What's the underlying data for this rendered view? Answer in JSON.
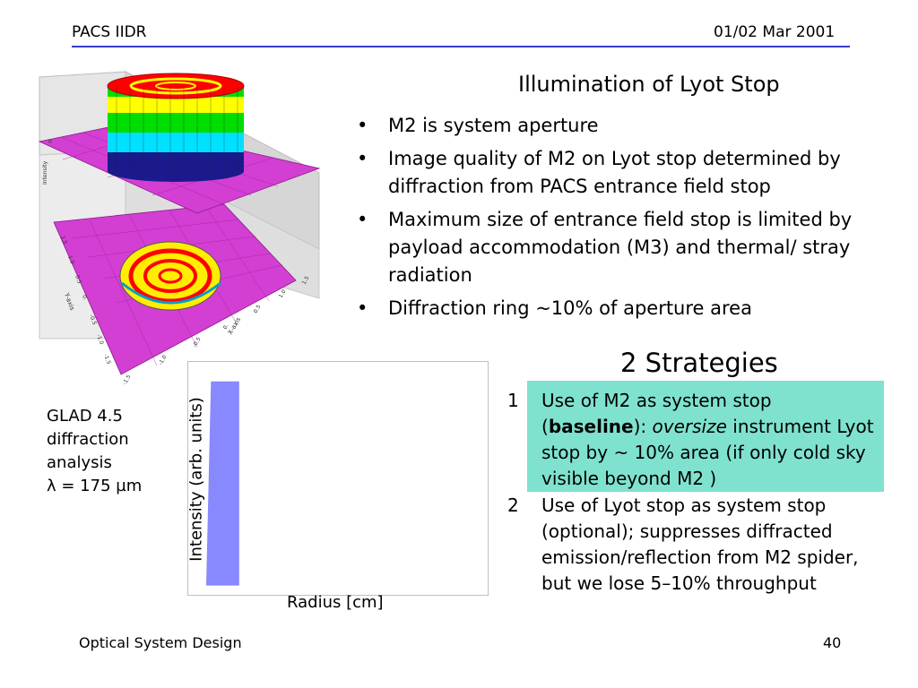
{
  "header": {
    "left": "PACS IIDR",
    "right": "01/02 Mar 2001"
  },
  "title": "Illumination of Lyot Stop",
  "bullets": [
    "M2 is system aperture",
    "Image quality of M2 on Lyot stop determined by diffraction from PACS entrance field stop",
    "Maximum size of entrance field stop is limited by payload accommodation (M3) and thermal/ stray radiation",
    "Diffraction ring ~10% of aperture area"
  ],
  "bullet_char": "•",
  "strategies": {
    "title": "2 Strategies",
    "items": [
      {
        "num": "1",
        "pre": "Use of M2 as system stop (",
        "bold": "baseline",
        "mid": "): ",
        "italic": "oversize",
        "post": " instrument Lyot stop by ~ 10% area (if only cold sky visible beyond M2 )"
      },
      {
        "num": "2",
        "text": "Use of Lyot stop as system stop (optional); suppresses diffracted emission/reflection from M2 spider, but we lose 5–10% throughput"
      }
    ],
    "highlight_color": "#7fe2cf"
  },
  "glad": [
    "GLAD 4.5",
    "diffraction",
    "analysis",
    "λ = 175 µm"
  ],
  "figure3d": {
    "z_axis_label": "Intensity",
    "y_axis_label": "Y-axis",
    "x_axis_label": "X-axis",
    "y_ticks": [
      "-1.5",
      "-1.0",
      "-0.5",
      "0.",
      "0.5",
      "1.0",
      "1.5"
    ],
    "x_ticks": [
      "-1.5",
      "-1.0",
      "-0.5",
      "0.",
      "0.5",
      "1.0",
      "1.5"
    ],
    "z_tick": "0",
    "colors": {
      "plane": "#d23fd2",
      "wall": "#dcdcdc",
      "ring1": "#ff0000",
      "ring2": "#ffff00",
      "ring3": "#00dd00",
      "ring4": "#00e0ff",
      "ring5": "#1a1a8c"
    }
  },
  "chart_data": {
    "type": "area",
    "title": "",
    "xlabel": "Radius [cm]",
    "ylabel": "Intensity (arb. units)",
    "series": [
      {
        "x": [
          0.0,
          0.05,
          0.35,
          0.35,
          0.0
        ],
        "y": [
          0.0,
          1.0,
          1.0,
          0.0,
          0.0
        ],
        "color": "#8888ff"
      }
    ],
    "xlim": [
      -0.2,
      3.0
    ],
    "ylim": [
      -0.05,
      1.1
    ],
    "grid": false
  },
  "footer": {
    "left": "Optical System Design",
    "right": "40"
  }
}
